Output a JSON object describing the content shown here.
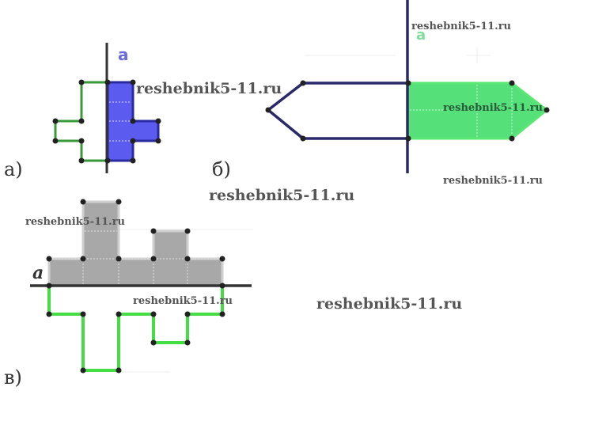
{
  "watermark": "reshebnik5-11.ru",
  "panels": {
    "a": {
      "label": "а)",
      "axis_label": "a",
      "axis_label_color": "#6a6adf",
      "original_color": "#3a9a3a",
      "image_fill": "#5b5bf0",
      "image_stroke": "#2a2aa0"
    },
    "b": {
      "label": "б)",
      "axis_label": "a",
      "axis_label_color": "#7fdc9a",
      "original_color": "#2a2a6a",
      "image_fill": "#55e07a"
    },
    "c": {
      "label": "в)",
      "axis_label": "a",
      "original_fill": "#a8a8a8",
      "image_color": "#44dd44"
    }
  },
  "colors": {
    "axis": "#333333",
    "axis_b": "#2a2a6a",
    "point": "#222222",
    "grid": "#e6e6e6"
  }
}
